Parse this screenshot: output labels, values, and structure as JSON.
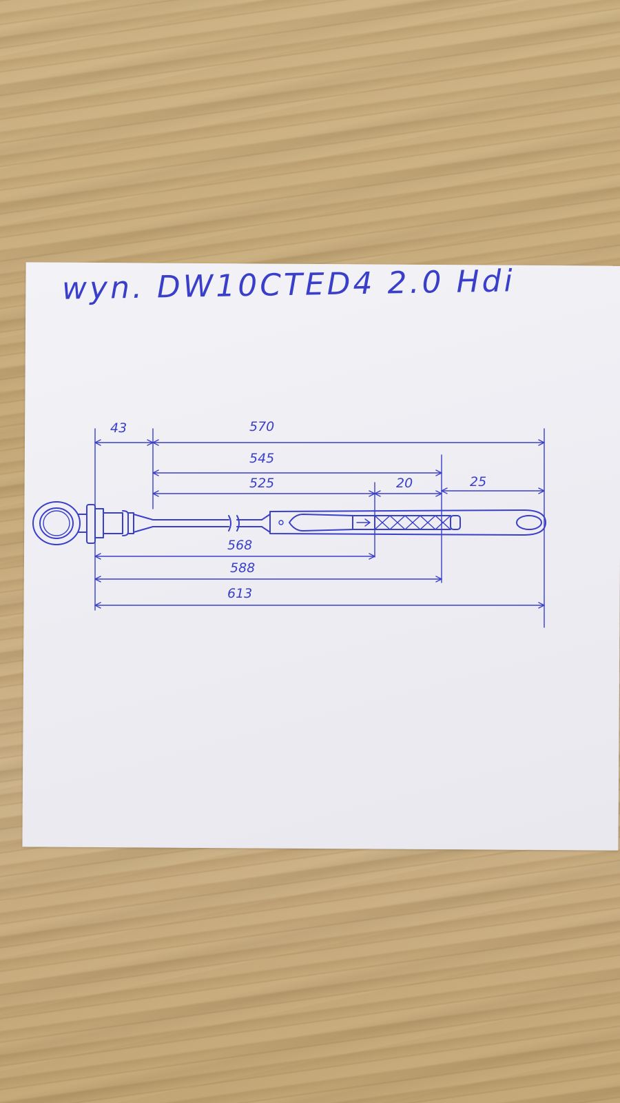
{
  "title": "wyn. DW10CTED4 2.0 Hdi",
  "dimensions": {
    "d43": "43",
    "d570": "570",
    "d545": "545",
    "d525": "525",
    "d20": "20",
    "d25": "25",
    "d568": "568",
    "d588": "588",
    "d613": "613"
  },
  "ink_color": "#3a3fc9"
}
